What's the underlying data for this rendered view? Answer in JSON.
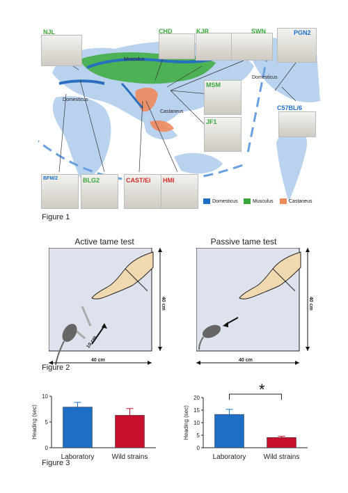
{
  "figure1": {
    "label": "Figure 1",
    "regions": {
      "musculus": "Musculus",
      "domesticus_west": "Domesticus",
      "domesticus_east": "Domesticus",
      "castaneus": "Castaneus"
    },
    "strains": [
      {
        "key": "njl",
        "name": "NJL",
        "group": "musculus"
      },
      {
        "key": "chd",
        "name": "CHD",
        "group": "musculus"
      },
      {
        "key": "kjr",
        "name": "KJR",
        "group": "musculus"
      },
      {
        "key": "swn",
        "name": "SWN",
        "group": "musculus"
      },
      {
        "key": "pgn2",
        "name": "PGN2",
        "group": "domesticus"
      },
      {
        "key": "msm",
        "name": "MSM",
        "group": "musculus"
      },
      {
        "key": "jf1",
        "name": "JF1",
        "group": "musculus"
      },
      {
        "key": "c57",
        "name": "C57BL/6",
        "group": "domesticus"
      },
      {
        "key": "bfm2",
        "name": "BFM/2",
        "group": "domesticus"
      },
      {
        "key": "blg2",
        "name": "BLG2",
        "group": "musculus"
      },
      {
        "key": "cast",
        "name": "CAST/Ei",
        "group": "castaneus"
      },
      {
        "key": "hmi",
        "name": "HMI",
        "group": "castaneus"
      }
    ],
    "legend": [
      {
        "label": "Domesticus",
        "color": "#1e6fc4"
      },
      {
        "label": "Musculus",
        "color": "#3aa53a"
      },
      {
        "label": "Castaneus",
        "color": "#f08a5d"
      }
    ]
  },
  "figure2": {
    "label": "Figure 2",
    "active_title": "Active tame test",
    "passive_title": "Passive tame test",
    "dim_width": "40 cm",
    "dim_height": "40 cm",
    "distance": "10 cm"
  },
  "figure3": {
    "label": "Figure 3",
    "significance": "*"
  },
  "chart_data": [
    {
      "type": "bar",
      "categories": [
        "Laboratory",
        "Wild strains"
      ],
      "values": [
        7.9,
        6.3
      ],
      "errors": [
        0.9,
        1.3
      ],
      "colors": [
        "#1e6fc4",
        "#c8102e"
      ],
      "ylabel": "Heading (sec)",
      "ylim": [
        0,
        10
      ],
      "yticks": [
        0,
        5,
        10
      ]
    },
    {
      "type": "bar",
      "categories": [
        "Laboratory",
        "Wild strains"
      ],
      "values": [
        13.3,
        4.1
      ],
      "errors": [
        2.0,
        0.5
      ],
      "colors": [
        "#1e6fc4",
        "#c8102e"
      ],
      "ylabel": "Heading (sec)",
      "ylim": [
        0,
        20
      ],
      "yticks": [
        0,
        5,
        10,
        15,
        20
      ]
    }
  ]
}
